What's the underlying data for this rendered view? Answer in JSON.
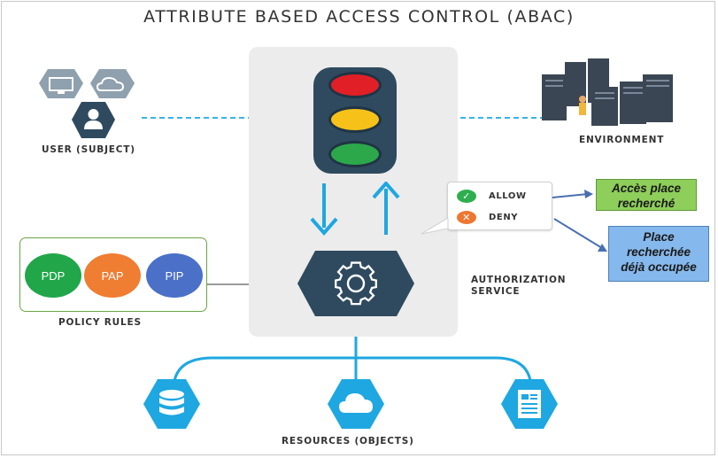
{
  "title": "ATTRIBUTE BASED ACCESS CONTROL (ABAC)",
  "labels": {
    "user": "USER (SUBJECT)",
    "environment": "ENVIRONMENT",
    "authorization": "AUTHORIZATION",
    "service": "SERVICE",
    "policy_rules": "POLICY RULES",
    "resources": "RESOURCES (OBJECTS)"
  },
  "policy": {
    "items": [
      {
        "label": "PDP",
        "color": "#22a64a"
      },
      {
        "label": "PAP",
        "color": "#ef7d32"
      },
      {
        "label": "PIP",
        "color": "#4a70c8"
      }
    ]
  },
  "decision": {
    "allow": "ALLOW",
    "deny": "DENY",
    "allow_color": "#2eae4e",
    "deny_color": "#ee7730"
  },
  "notes": {
    "allow_note_line1": "Accès place",
    "allow_note_line2": "recherché",
    "deny_note_line1": "Place",
    "deny_note_line2": "recherchée",
    "deny_note_line3": "déjà occupée"
  },
  "colors": {
    "icon_dark": "#2f4a5f",
    "flow_blue": "#1ea7e1",
    "light_red": "#e11f26",
    "light_yellow": "#f6c21a",
    "light_green": "#2ca84a"
  },
  "icons": [
    "monitor-icon",
    "cloud-icon",
    "user-icon",
    "server-icon",
    "gear-icon",
    "database-icon",
    "cloud-icon",
    "document-icon",
    "check-icon",
    "cross-icon"
  ]
}
